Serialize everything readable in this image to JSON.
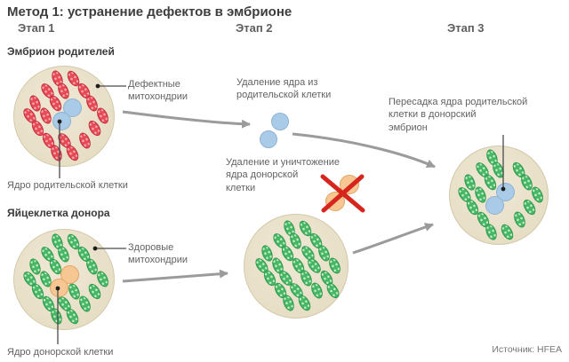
{
  "title": "Метод 1: устранение дефектов в эмбрионе",
  "stages": {
    "s1": "Этап 1",
    "s2": "Этап 2",
    "s3": "Этап 3"
  },
  "cells": {
    "parent": {
      "header": "Эмбрион родителей"
    },
    "donor": {
      "header": "Яйцеклетка донора"
    }
  },
  "labels": {
    "defective_mito": [
      "Дефектные",
      "митохондрии"
    ],
    "parent_nucleus": "Ядро родительской клетки",
    "healthy_mito": [
      "Здоровые",
      "митохондрии"
    ],
    "donor_nucleus": "Ядро донорской клетки",
    "remove_parent_nucleus": [
      "Удаление ядра из",
      "родительской клетки"
    ],
    "destroy_donor_nucleus": [
      "Удаление и уничтожение",
      "ядра донорской",
      "клетки"
    ],
    "transfer_nucleus": [
      "Пересадка ядра родительской",
      "клетки в донорский",
      "эмбрион"
    ]
  },
  "source": "Источник: HFEA",
  "colors": {
    "defective_mito_fill": "#e84a55",
    "defective_mito_border": "#c22f3f",
    "defective_mito_dot": "#f6aeb4",
    "healthy_mito_fill": "#46b763",
    "healthy_mito_border": "#2f9a4c",
    "healthy_mito_dot": "#c9ecd0",
    "cell_fill": "#eae2cb",
    "nucleus_blue": "#a9cbe7",
    "nucleus_blue_border": "#8fb3d2",
    "nucleus_orange": "#f7c793",
    "nucleus_orange_border": "#dfa663",
    "arrow": "#9b9b9b",
    "pointer": "#4a4a4a",
    "cross": "#d6251d"
  }
}
